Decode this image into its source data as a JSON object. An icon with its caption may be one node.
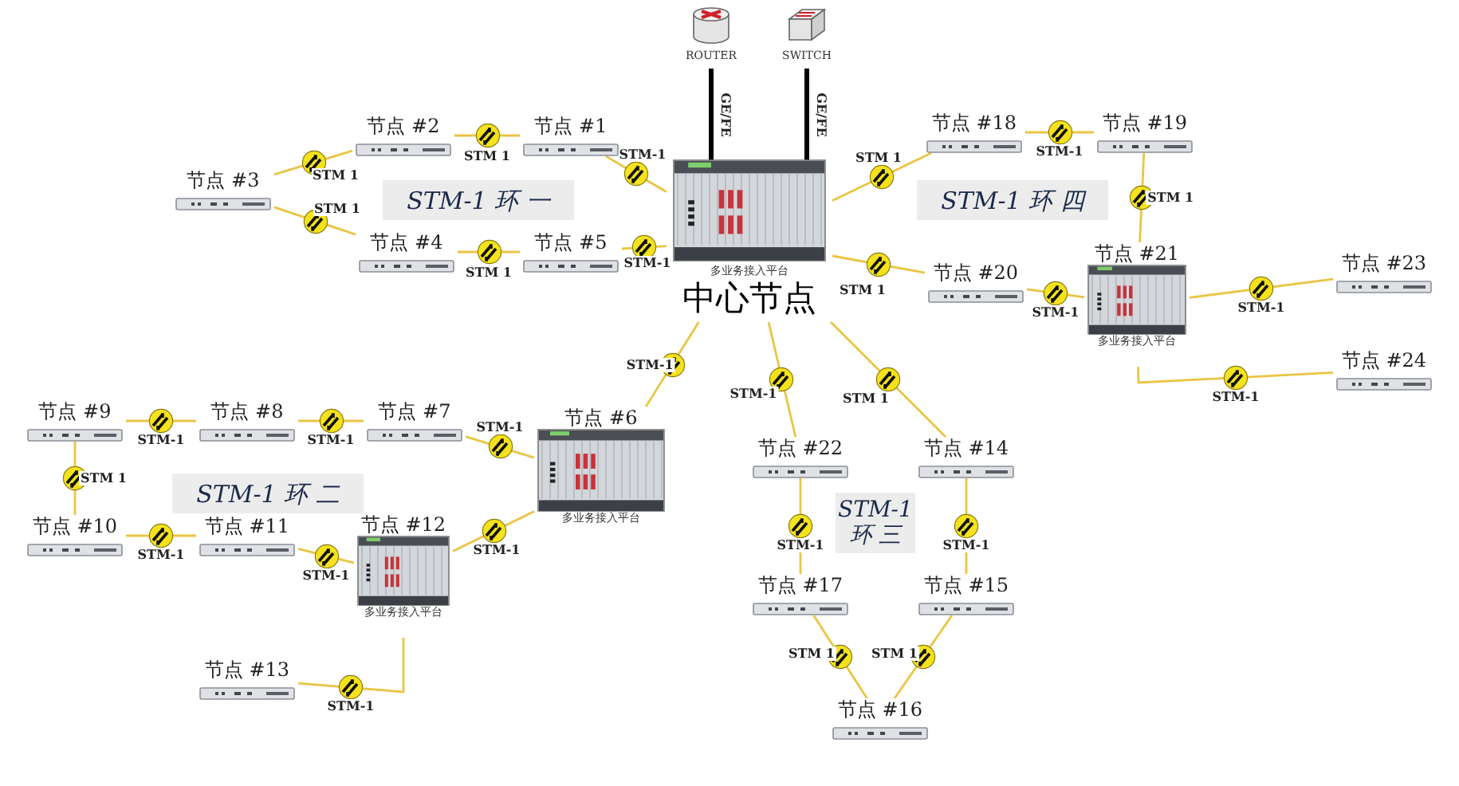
{
  "diagram": {
    "nodes": [
      {
        "text": [
          "中心节点"
        ],
        "beside": [
          "多业务接入平台"
        ]
      },
      {
        "text": [
          "ROUTER"
        ]
      },
      {
        "text": [
          "SWITCH"
        ]
      },
      {
        "text": [
          "节点 #1"
        ]
      },
      {
        "text": [
          "节点 #2"
        ]
      },
      {
        "text": [
          "节点 #3"
        ]
      },
      {
        "text": [
          "节点 #4"
        ]
      },
      {
        "text": [
          "节点 #5"
        ]
      },
      {
        "text": [
          "STM-1 环 一"
        ]
      },
      {
        "text": [
          "节点 #18"
        ]
      },
      {
        "text": [
          "节点 #19"
        ]
      },
      {
        "text": [
          "STM-1 环 四"
        ]
      },
      {
        "text": [
          "节点 #20"
        ]
      },
      {
        "text": [
          "节点 #21"
        ],
        "beside": [
          "多业务接入平台"
        ]
      },
      {
        "text": [
          "节点 #23"
        ]
      },
      {
        "text": [
          "节点 #24"
        ]
      },
      {
        "text": [
          "节点 #6"
        ],
        "beside": [
          "多业务接入平台"
        ]
      },
      {
        "text": [
          "节点 #7"
        ]
      },
      {
        "text": [
          "节点 #8"
        ]
      },
      {
        "text": [
          "节点 #9"
        ]
      },
      {
        "text": [
          "STM-1 环 二"
        ]
      },
      {
        "text": [
          "节点 #10"
        ]
      },
      {
        "text": [
          "节点 #11"
        ]
      },
      {
        "text": [
          "节点 #12"
        ],
        "beside": [
          "多业务接入平台"
        ]
      },
      {
        "text": [
          "节点 #13"
        ]
      },
      {
        "text": [
          "节点 #22"
        ]
      },
      {
        "text": [
          "节点 #14"
        ]
      },
      {
        "text": [
          "STM-1环 三"
        ]
      },
      {
        "text": [
          "节点 #17"
        ]
      },
      {
        "text": [
          "节点 #15"
        ]
      },
      {
        "text": [
          "节点 #16"
        ]
      }
    ],
    "edges": [
      {
        "from": 0,
        "to": 1,
        "arrow": "none",
        "label": "GE/FE",
        "style": "thick",
        "color": "#000000"
      },
      {
        "from": 0,
        "to": 2,
        "arrow": "none",
        "label": "GE/FE",
        "style": "thick",
        "color": "#000000"
      },
      {
        "from": 0,
        "to": 3,
        "arrow": "none",
        "label": "STM-1"
      },
      {
        "from": 3,
        "to": 4,
        "arrow": "none",
        "label": "STM 1"
      },
      {
        "from": 4,
        "to": 5,
        "arrow": "none",
        "label": "STM 1"
      },
      {
        "from": 5,
        "to": 6,
        "arrow": "none",
        "label": "STM 1"
      },
      {
        "from": 6,
        "to": 7,
        "arrow": "none",
        "label": "STM 1"
      },
      {
        "from": 7,
        "to": 0,
        "arrow": "none",
        "label": "STM-1"
      },
      {
        "from": 0,
        "to": 9,
        "arrow": "none",
        "label": "STM 1"
      },
      {
        "from": 9,
        "to": 10,
        "arrow": "none",
        "label": "STM-1"
      },
      {
        "from": 10,
        "to": 13,
        "arrow": "none",
        "label": "STM 1"
      },
      {
        "from": 0,
        "to": 12,
        "arrow": "none",
        "label": "STM 1"
      },
      {
        "from": 12,
        "to": 13,
        "arrow": "none",
        "label": "STM-1"
      },
      {
        "from": 13,
        "to": 14,
        "arrow": "none",
        "label": "STM-1"
      },
      {
        "from": 13,
        "to": 15,
        "arrow": "none",
        "label": "STM-1"
      },
      {
        "from": 0,
        "to": 16,
        "arrow": "none",
        "label": "STM-1"
      },
      {
        "from": 16,
        "to": 17,
        "arrow": "none",
        "label": "STM-1"
      },
      {
        "from": 17,
        "to": 18,
        "arrow": "none",
        "label": "STM-1"
      },
      {
        "from": 18,
        "to": 19,
        "arrow": "none",
        "label": "STM-1"
      },
      {
        "from": 19,
        "to": 21,
        "arrow": "none",
        "label": "STM 1"
      },
      {
        "from": 21,
        "to": 22,
        "arrow": "none",
        "label": "STM-1"
      },
      {
        "from": 22,
        "to": 23,
        "arrow": "none",
        "label": "STM-1"
      },
      {
        "from": 23,
        "to": 16,
        "arrow": "none",
        "label": "STM-1"
      },
      {
        "from": 23,
        "to": 24,
        "arrow": "none",
        "label": "STM-1"
      },
      {
        "from": 0,
        "to": 25,
        "arrow": "none",
        "label": "STM-1"
      },
      {
        "from": 0,
        "to": 26,
        "arrow": "none",
        "label": "STM 1"
      },
      {
        "from": 25,
        "to": 28,
        "arrow": "none",
        "label": "STM-1"
      },
      {
        "from": 26,
        "to": 29,
        "arrow": "none",
        "label": "STM-1"
      },
      {
        "from": 28,
        "to": 30,
        "arrow": "none",
        "label": "STM 1"
      },
      {
        "from": 29,
        "to": 30,
        "arrow": "none",
        "label": "STM 1"
      }
    ]
  }
}
